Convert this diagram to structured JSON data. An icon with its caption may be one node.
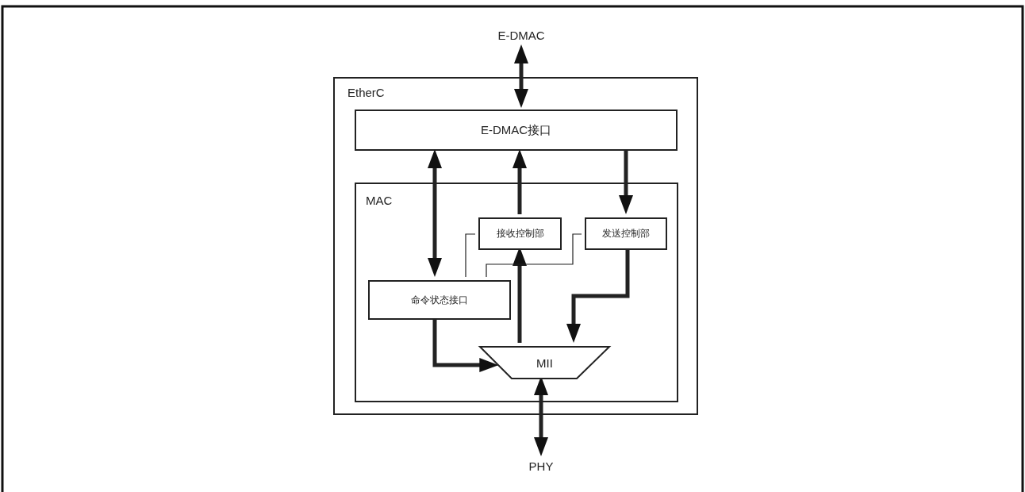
{
  "diagram": {
    "nodes": [
      {
        "text": [
          "E-DMAC"
        ]
      },
      {
        "text": [
          "EtherC"
        ]
      },
      {
        "text": [
          "E-DMAC接口"
        ],
        "in": 1
      },
      {
        "text": [
          "MAC"
        ],
        "in": 1
      },
      {
        "text": [
          "接收控制部"
        ],
        "in": 3
      },
      {
        "text": [
          "发送控制部"
        ],
        "in": 3
      },
      {
        "text": [
          "命令状态接口"
        ],
        "in": 3
      },
      {
        "text": [
          "MII"
        ],
        "in": 3
      },
      {
        "text": [
          "PHY"
        ]
      }
    ],
    "edges": [
      {
        "from": 0,
        "to": 2,
        "arrow": "both"
      },
      {
        "from": 2,
        "to": 6,
        "arrow": "both"
      },
      {
        "from": 4,
        "to": 2,
        "arrow": "to"
      },
      {
        "from": 2,
        "to": 5,
        "arrow": "to"
      },
      {
        "from": 7,
        "to": 4,
        "arrow": "to"
      },
      {
        "from": 5,
        "to": 7,
        "arrow": "to"
      },
      {
        "from": 6,
        "to": 7,
        "arrow": "to"
      },
      {
        "from": 7,
        "to": 8,
        "arrow": "both"
      },
      {
        "from": 6,
        "to": 4,
        "arrow": "none"
      },
      {
        "from": 6,
        "to": 5,
        "arrow": "none"
      }
    ]
  }
}
